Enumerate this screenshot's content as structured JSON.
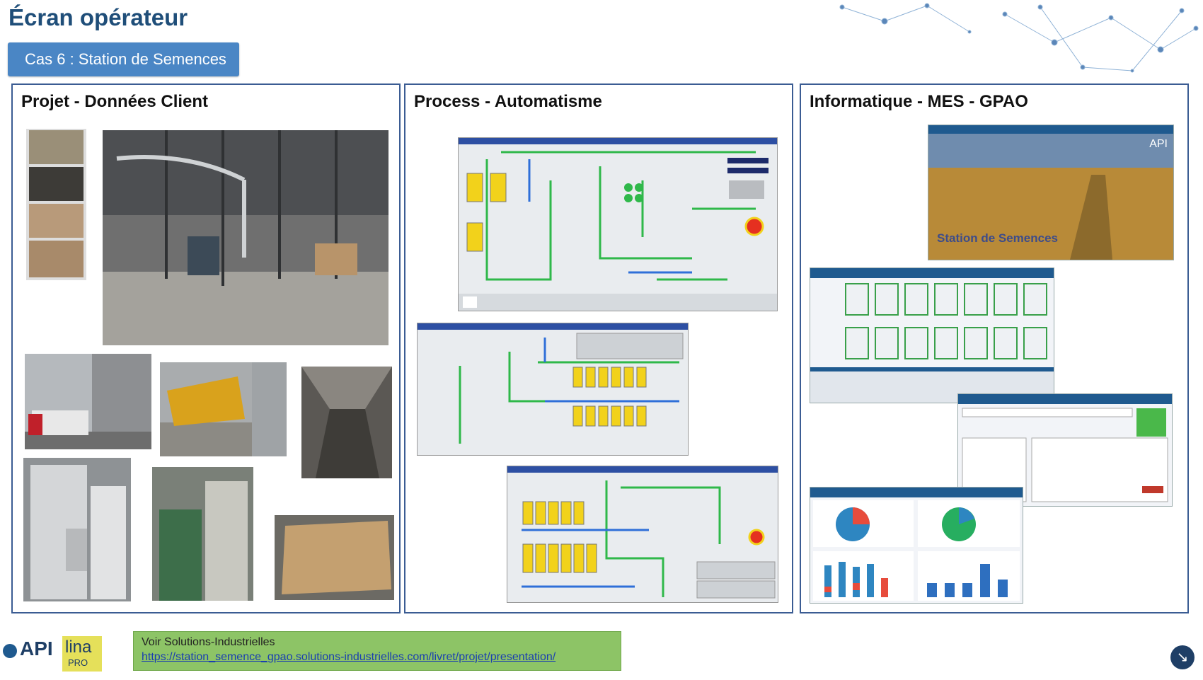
{
  "title": "Écran opérateur",
  "case_badge": "Cas 6 : Station de Semences",
  "panels": [
    {
      "title": "Projet - Données Client"
    },
    {
      "title": "Process - Automatisme"
    },
    {
      "title": "Informatique - MES - GPAO"
    }
  ],
  "mes_banner_text": "Station de Semences",
  "mes_logo_text": "API",
  "footer": {
    "label": "Voir Solutions-Industrielles",
    "link": "https://station_semence_gpao.solutions-industrielles.com/livret/projet/presentation/"
  },
  "logos": {
    "api": "API",
    "lina": "lina",
    "pro": "PRO"
  },
  "icons": {
    "nav": "arrow-down-right-icon"
  },
  "colors": {
    "accent": "#4a86c5",
    "title": "#1f4e79",
    "panel_border": "#3b5c93",
    "footer_bg": "#8dc466",
    "link": "#1a3fb0"
  }
}
